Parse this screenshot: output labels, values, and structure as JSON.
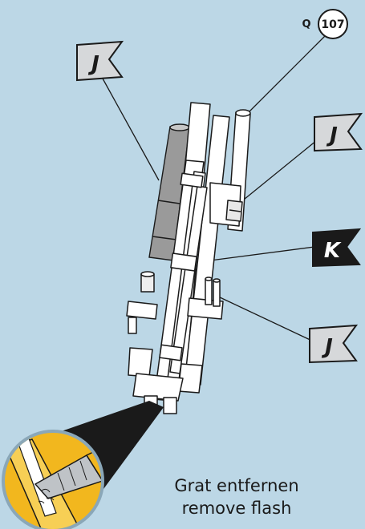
{
  "callouts": [
    {
      "id": "j-top-left",
      "letter": "J",
      "style": "outline"
    },
    {
      "id": "j-right-upper",
      "letter": "J",
      "style": "outline"
    },
    {
      "id": "k-right",
      "letter": "K",
      "style": "filled"
    },
    {
      "id": "j-right-lower",
      "letter": "J",
      "style": "outline"
    }
  ],
  "part_ref": {
    "prefix": "Q",
    "number": "107"
  },
  "caption": {
    "german": "Grat entfernen",
    "english": "remove flash"
  },
  "colors": {
    "background": "#bcd7e6",
    "part_white": "#ffffff",
    "part_gray": "#9a9a9a",
    "outline": "#1a1a1a",
    "flag_fill": "#d6d8da",
    "flag_dark": "#1a1a1a",
    "tool_yellow": "#f2b71e"
  }
}
